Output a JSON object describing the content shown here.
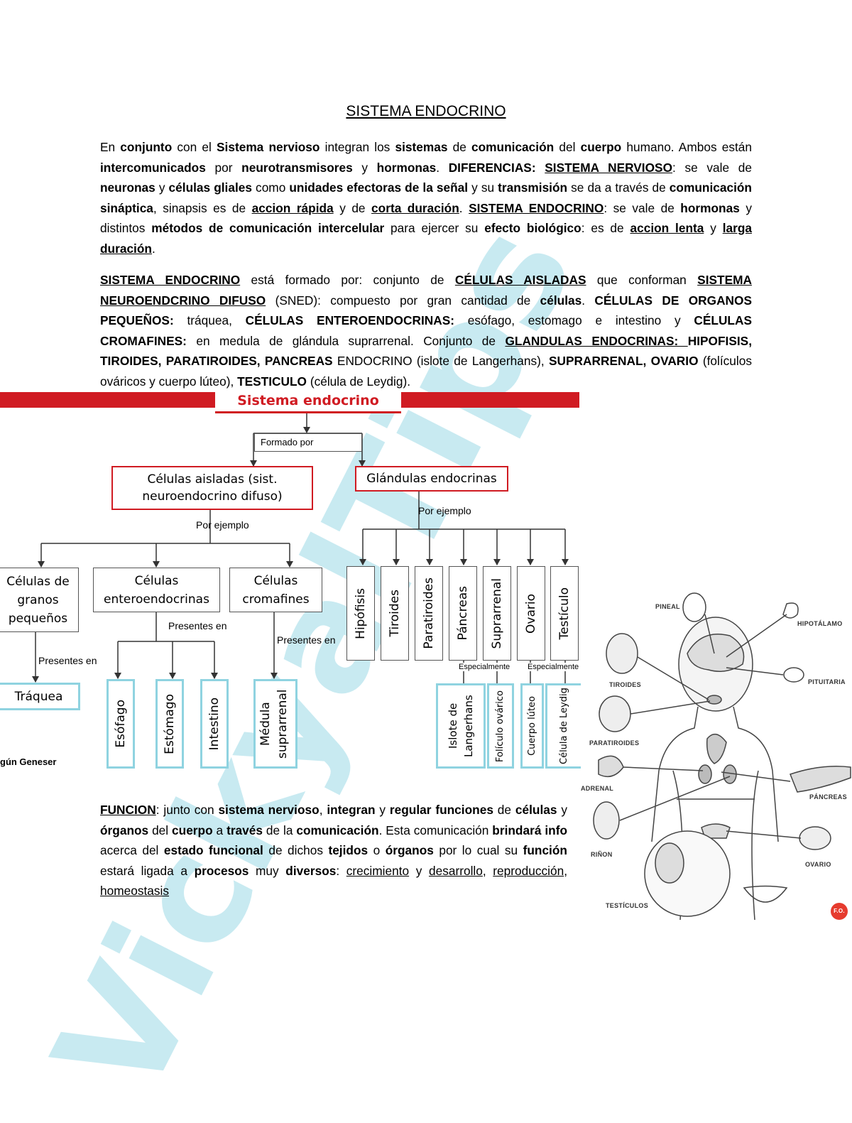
{
  "watermark": "VickyalTips",
  "title": "SISTEMA ENDOCRINO",
  "para1": {
    "s01": "En ",
    "s02": "conjunto",
    "s03": " con el ",
    "s04": "Sistema nervioso",
    "s05": " integran los ",
    "s06": "sistemas",
    "s07": " de ",
    "s08": "comunicación",
    "s09": " del ",
    "s10": "cuerpo",
    "s11": " humano. Ambos están ",
    "s12": "intercomunicados",
    "s13": " por ",
    "s14": "neurotransmisores",
    "s15": " y ",
    "s16": "hormonas",
    "s17": ". ",
    "s18": "DIFERENCIAS:",
    "s19": " ",
    "s20": "SISTEMA NERVIOSO",
    "s21": ": se vale de ",
    "s22": "neuronas",
    "s23": " y ",
    "s24": "células gliales",
    "s25": " como ",
    "s26": "unidades efectoras de la señal",
    "s27": " y su ",
    "s28": "transmisión",
    "s29": " se da a través de ",
    "s30": "comunicación sináptica",
    "s31": ", sinapsis es de ",
    "s32": "accion rápida",
    "s33": " y de ",
    "s34": "corta duración",
    "s35": ". ",
    "s36": "SISTEMA ENDOCRINO",
    "s37": ": se vale de ",
    "s38": "hormonas",
    "s39": " y distintos ",
    "s40": "métodos de comunicación intercelular",
    "s41": " para ejercer su ",
    "s42": "efecto biológico",
    "s43": ": es de ",
    "s44": "accion lenta",
    "s45": " y ",
    "s46": "larga duración",
    "s47": "."
  },
  "para2": {
    "s01": "SISTEMA ENDOCRINO",
    "s02": " está formado por: conjunto de ",
    "s03": "CÉLULAS AISLADAS",
    "s04": " que conforman ",
    "s05": "SISTEMA NEUROENDCRINO DIFUSO",
    "s06": " (SNED): compuesto por gran cantidad de ",
    "s07": "células",
    "s08": ". ",
    "s09": "CÉLULAS DE ORGANOS PEQUEÑOS:",
    "s10": " tráquea, ",
    "s11": "CÉLULAS ENTEROENDOCRINAS:",
    "s12": " esófago, estomago e intestino y ",
    "s13": "CÉLULAS CROMAFINES:",
    "s14": " en medula de glándula suprarrenal. Conjunto de ",
    "s15": "GLANDULAS ENDOCRINAS: ",
    "s16": "HIPOFISIS, TIROIDES, PARATIROIDES, PANCREAS",
    "s17": " ENDOCRINO (islote de Langerhans), ",
    "s18": "SUPRARRENAL, OVARIO",
    "s19": " (folículos ováricos y cuerpo lúteo), ",
    "s20": "TESTICULO",
    "s21": " (célula de Leydig)."
  },
  "diagram": {
    "header": "Sistema endocrino",
    "formado_por": "Formado por",
    "celulas_aisladas": "Células aisladas (sist. neuroendocrino difuso)",
    "glandulas": "Glándulas endocrinas",
    "por_ejemplo_1": "Por ejemplo",
    "por_ejemplo_2": "Por ejemplo",
    "celulas_granos": "Células de granos pequeños",
    "celulas_entero": "Células enteroendocrinas",
    "celulas_cromafines": "Células cromafines",
    "presentes_1": "Presentes en",
    "presentes_2": "Presentes en",
    "presentes_3": "Presentes en",
    "traquea": "Tráquea",
    "esofago": "Esófago",
    "estomago": "Estómago",
    "intestino": "Intestino",
    "medula": "Médula suprarrenal",
    "glands": [
      "Hipófisis",
      "Tiroides",
      "Paratiroides",
      "Páncreas",
      "Suprarrenal",
      "Ovario",
      "Testículo"
    ],
    "especialmente_1": "Especialmente",
    "especialmente_2": "Especialmente",
    "islote": "Islote de Langerhans",
    "foliculo": "Folículo ovárico",
    "cuerpo_luteo": "Cuerpo lúteo",
    "leydig": "Célula de Leydig",
    "source": "gún Geneser"
  },
  "anatomy_labels": {
    "pineal": "PINEAL",
    "hipotalamo": "HIPOTÁLAMO",
    "tiroides": "TIROIDES",
    "pituitaria": "PITUITARIA",
    "paratiroides": "PARATIROIDES",
    "adrenal": "ADRENAL",
    "pancreas": "PÁNCREAS",
    "rinon": "RIÑON",
    "ovario": "OVARIO",
    "testiculos": "TESTÍCULOS",
    "badge": "F.O."
  },
  "para3": {
    "s01": "FUNCION",
    "s02": ": junto con ",
    "s03": "sistema nervioso",
    "s04": ", ",
    "s05": "integran",
    "s06": " y ",
    "s07": "regular funciones",
    "s08": " de ",
    "s09": "células",
    "s10": " y ",
    "s11": "órganos",
    "s12": " del ",
    "s13": "cuerpo",
    "s14": " a ",
    "s15": "través",
    "s16": " de la ",
    "s17": "comunicación",
    "s18": ". Esta comunicación ",
    "s19": "brindará info",
    "s20": " acerca del ",
    "s21": "estado funcional",
    "s22": " de dichos ",
    "s23": "tejidos",
    "s24": " o ",
    "s25": "órganos",
    "s26": " por lo cual su ",
    "s27": "función",
    "s28": " estará ligada a ",
    "s29": "procesos",
    "s30": " muy ",
    "s31": "diversos",
    "s32": ": ",
    "s33": "crecimiento",
    "s34": " y ",
    "s35": "desarrollo",
    "s36": ", ",
    "s37": "reproducción",
    "s38": ", ",
    "s39": "homeostasis"
  },
  "colors": {
    "accent_red": "#d01b22",
    "box_blue": "#8fd3e0",
    "watermark": "#bfe7ef"
  }
}
